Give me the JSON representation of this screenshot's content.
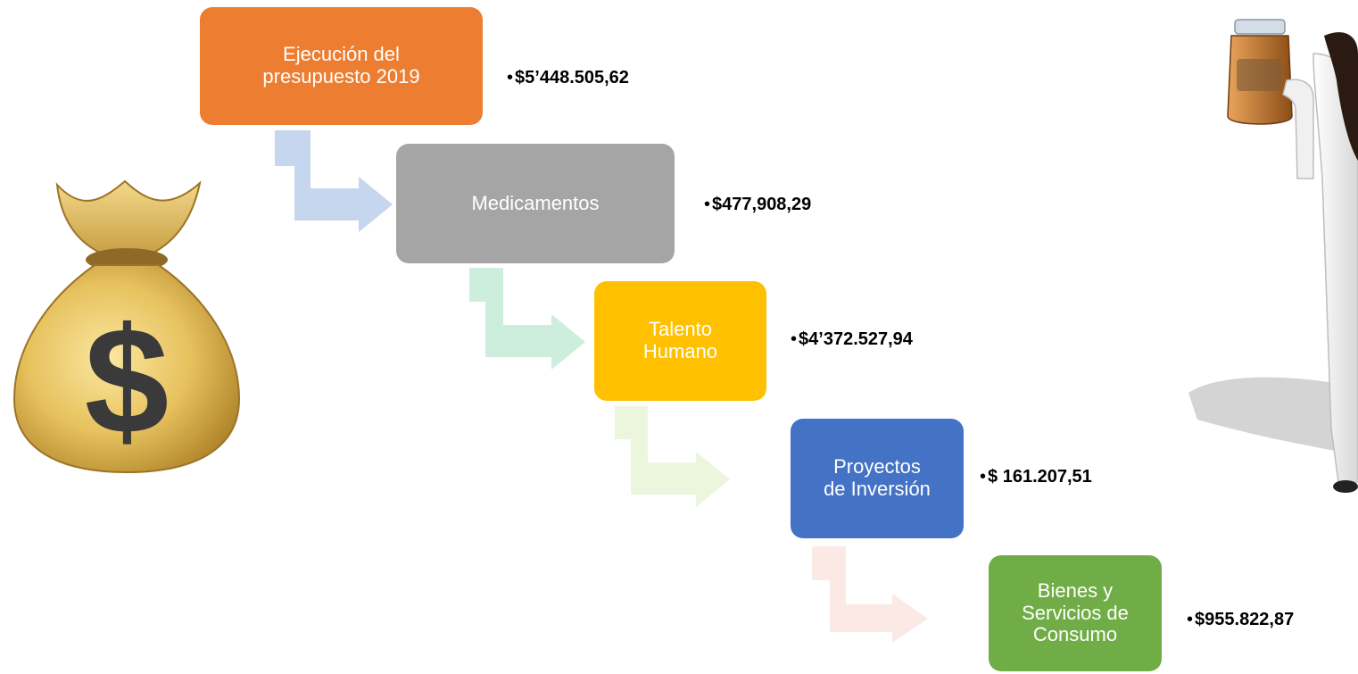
{
  "steps": [
    {
      "label": "Ejecución del\npresupuesto 2019",
      "amount": "$5’448.505,62",
      "color": "#ED7D31",
      "arrow_color": "#C5D6EE"
    },
    {
      "label": "Medicamentos",
      "amount": "$477,908,29",
      "color": "#A5A5A5",
      "arrow_color": "#CDEEDD"
    },
    {
      "label": "Talento\nHumano",
      "amount": "$4’372.527,94",
      "color": "#FFC000",
      "arrow_color": "#EBF6DD"
    },
    {
      "label": "Proyectos\nde Inversión",
      "amount": "$ 161.207,51",
      "color": "#4472C4",
      "arrow_color": "#FBE9E6"
    },
    {
      "label": "Bienes y\nServicios de\nConsumo",
      "amount": "$955.822,87",
      "color": "#70AD47"
    }
  ],
  "bullet_char": "•",
  "icons": {
    "left": "money-bag-icon",
    "right": "doctor-holding-medicine-bottle"
  }
}
